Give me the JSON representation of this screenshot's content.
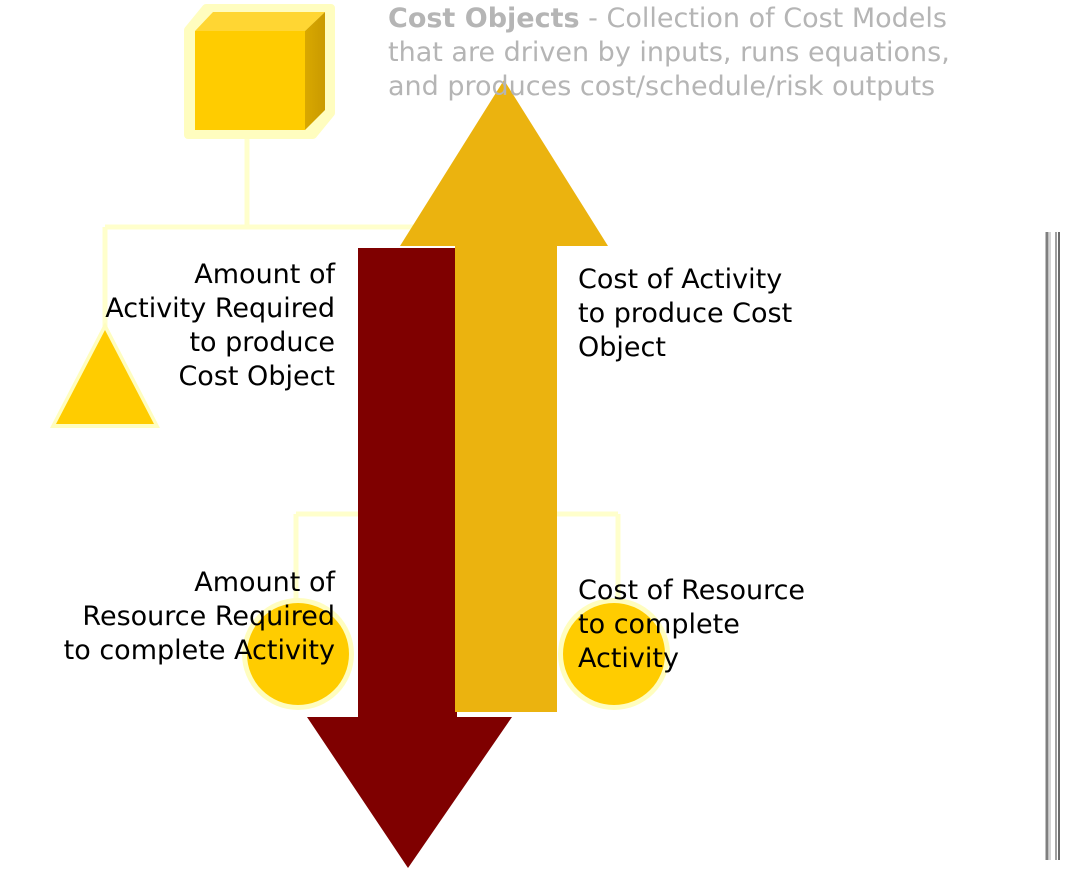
{
  "header": {
    "title_bold": "Cost Objects",
    "title_rest": " - Collection of Cost Models",
    "line2": "that are driven by inputs, runs equations,",
    "line3": "and produces cost/schedule/risk outputs"
  },
  "labels": {
    "activity_required": [
      "Amount of",
      "Activity Required",
      "to produce",
      "Cost Object"
    ],
    "cost_of_activity": [
      "Cost of Activity",
      "to produce Cost",
      "Object"
    ],
    "resource_required": [
      "Amount of",
      "Resource Required",
      "to complete Activity"
    ],
    "cost_of_resource": [
      "Cost of Resource",
      "to complete",
      "Activity"
    ]
  },
  "icons": {
    "cost_object": "cube-icon",
    "activity": "triangle-icon",
    "resource_left": "circle-icon",
    "resource_right": "circle-icon"
  },
  "arrows": {
    "down": "arrow-down-icon",
    "up": "arrow-up-icon"
  },
  "colors": {
    "shape_fill": "#ffcc00",
    "shape_glow": "#fffdbf",
    "connector": "#ffffcc",
    "arrow_down": "#7f0000",
    "arrow_up": "#ebb30f",
    "title_gray": "#b5b5b5"
  }
}
